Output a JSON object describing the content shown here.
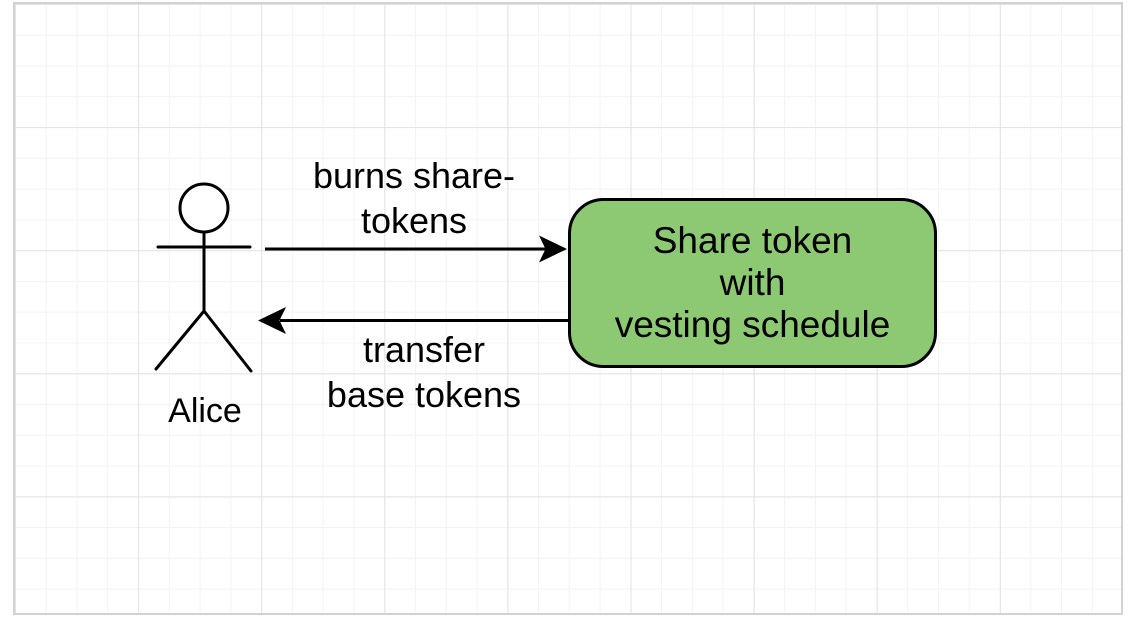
{
  "canvas": {
    "background_color": "#ffffff",
    "grid": {
      "minor_line_color": "#f3f3f3",
      "major_line_color": "#e3e3e3",
      "page_border_color": "#d2d2d2"
    }
  },
  "diagram": {
    "actor": {
      "name": "Alice"
    },
    "node": {
      "label": "Share token\nwith\nvesting schedule",
      "fill_color": "#8CC972",
      "stroke_color": "#000000"
    },
    "edges": [
      {
        "label": "burns share-\ntokens",
        "from": "Alice",
        "to": "Share token with vesting schedule",
        "direction": "right"
      },
      {
        "label": "transfer\nbase tokens",
        "from": "Share token with vesting schedule",
        "to": "Alice",
        "direction": "left"
      }
    ]
  }
}
